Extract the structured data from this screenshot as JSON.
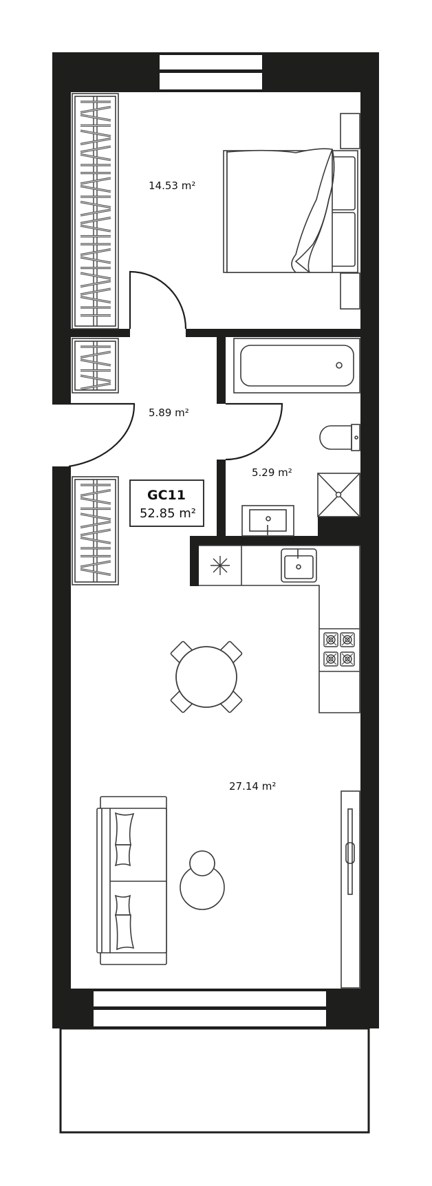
{
  "plan": {
    "unit_code": "GC11",
    "total_area": "52.85 m²",
    "rooms": [
      {
        "name": "bedroom",
        "area": "14.53 m²"
      },
      {
        "name": "hallway",
        "area": "5.89 m²"
      },
      {
        "name": "bathroom",
        "area": "5.29 m²"
      },
      {
        "name": "living-kitchen",
        "area": "27.14 m²"
      }
    ]
  },
  "colors": {
    "wall": "#1e1e1c",
    "line": "#3a3a3a"
  }
}
